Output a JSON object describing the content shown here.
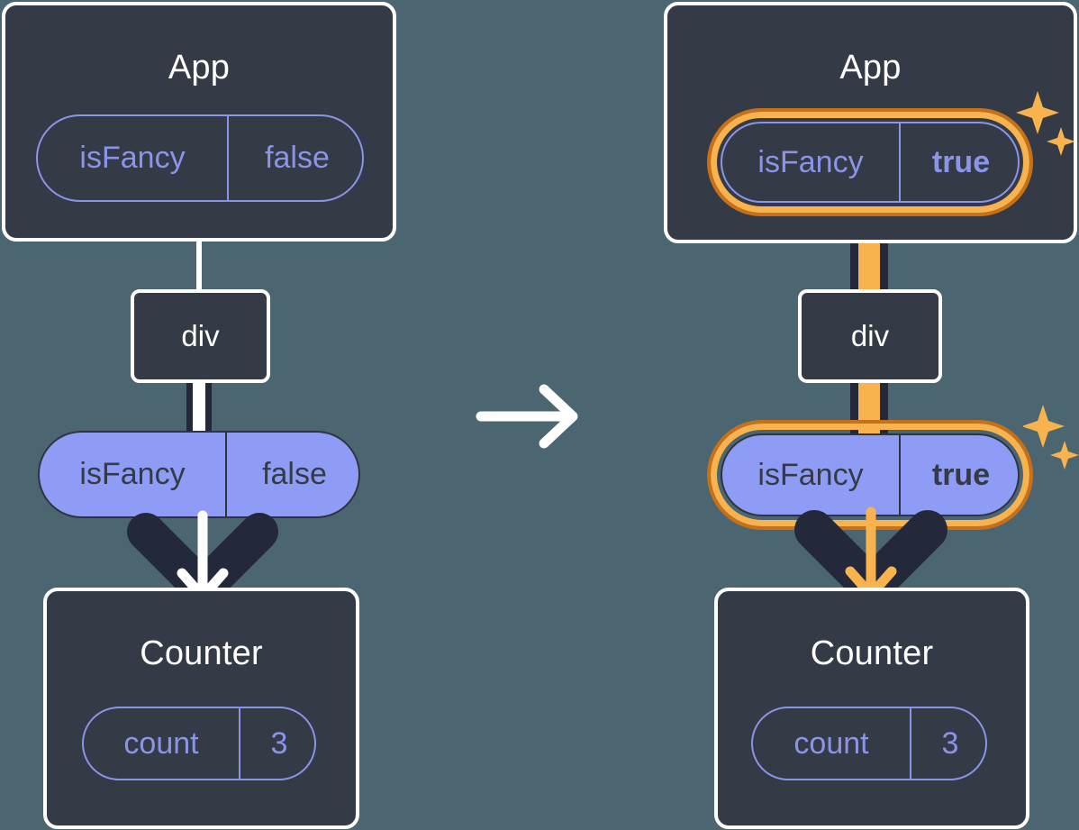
{
  "diagram": {
    "background_color": "#4b6670",
    "box_fill": "#343a46",
    "box_border": "#ffffff",
    "pill_purple": "#8f9cf5",
    "pill_outline_color": "#8b94e8",
    "highlight_orange": "#f8b24e",
    "highlight_orange_dark": "#c6711a",
    "connector_dark": "#23283a"
  },
  "transition": {
    "icon": "arrow-right-icon",
    "label": "→"
  },
  "left": {
    "app": {
      "title": "App",
      "prop": {
        "key": "isFancy",
        "value": "false",
        "value_bold": false
      }
    },
    "dom": {
      "tag": "div"
    },
    "props_pill": {
      "key": "isFancy",
      "value": "false",
      "value_bold": false
    },
    "counter": {
      "title": "Counter",
      "state": {
        "key": "count",
        "value": "3",
        "value_bold": false
      }
    },
    "highlighted": false
  },
  "right": {
    "app": {
      "title": "App",
      "prop": {
        "key": "isFancy",
        "value": "true",
        "value_bold": true
      }
    },
    "dom": {
      "tag": "div"
    },
    "props_pill": {
      "key": "isFancy",
      "value": "true",
      "value_bold": true
    },
    "counter": {
      "title": "Counter",
      "state": {
        "key": "count",
        "value": "3",
        "value_bold": false
      }
    },
    "highlighted": true,
    "sparkle_icon": "sparkles-icon"
  }
}
